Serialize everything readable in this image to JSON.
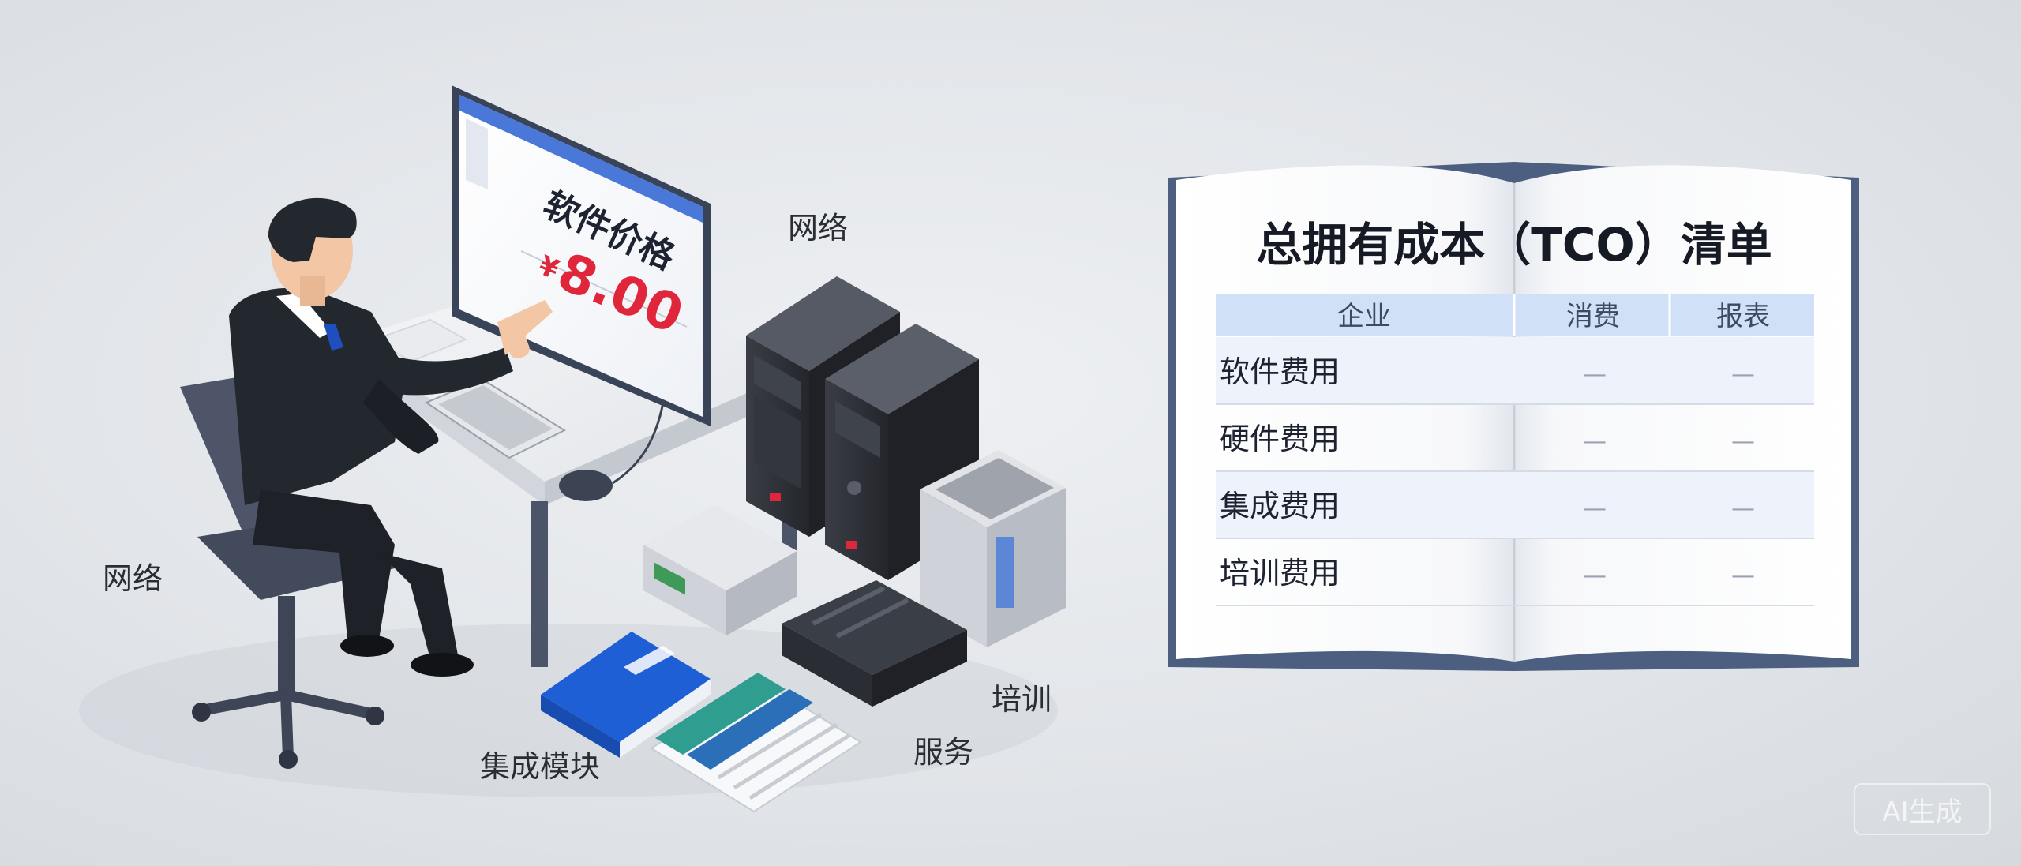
{
  "monitor": {
    "title": "软件价格",
    "currency": "¥",
    "price": "8.00"
  },
  "labels": {
    "network_top": "网络",
    "network_left": "网络",
    "integration_module": "集成模块",
    "service": "服务",
    "training": "培训"
  },
  "book": {
    "title": "总拥有成本（TCO）清单",
    "columns": [
      "企业",
      "消费",
      "报表"
    ],
    "rows": [
      {
        "item": "软件费用",
        "c1": "—",
        "c2": "—"
      },
      {
        "item": "硬件费用",
        "c1": "—",
        "c2": "—"
      },
      {
        "item": "集成费用",
        "c1": "—",
        "c2": "—"
      },
      {
        "item": "培训费用",
        "c1": "—",
        "c2": "—"
      }
    ]
  },
  "watermark": "AI生成",
  "colors": {
    "price_red": "#e0263a",
    "header_blue": "#cfe0f7",
    "suit": "#23272e",
    "server": "#2e3138",
    "book_blue": "#1f5fd6"
  }
}
